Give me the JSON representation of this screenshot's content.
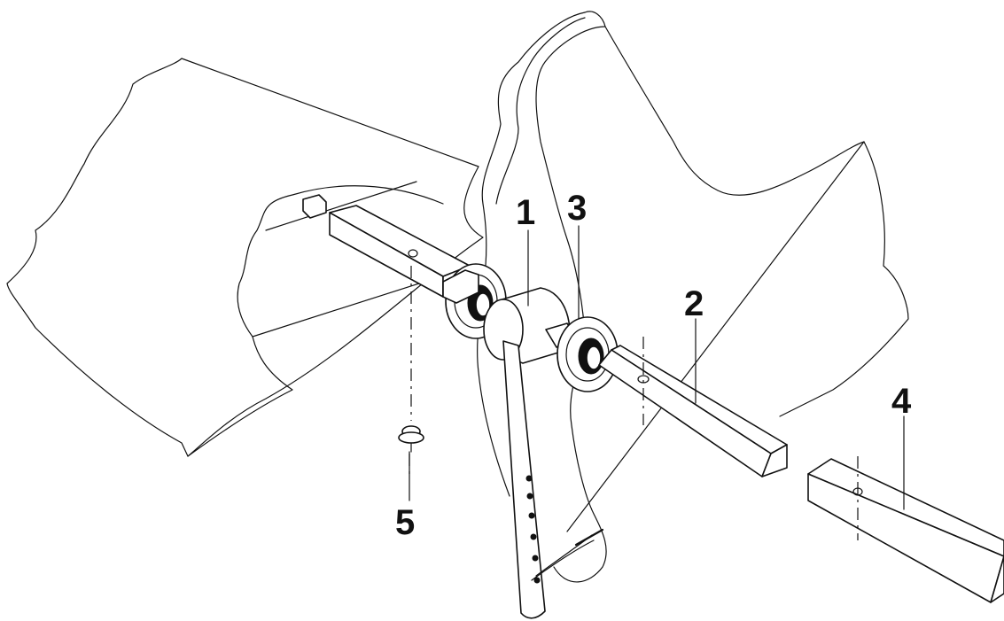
{
  "callouts": {
    "c1": "1",
    "c2": "2",
    "c3": "3",
    "c4": "4",
    "c5": "5"
  },
  "colors": {
    "ink": "#111111",
    "paper": "#ffffff"
  }
}
